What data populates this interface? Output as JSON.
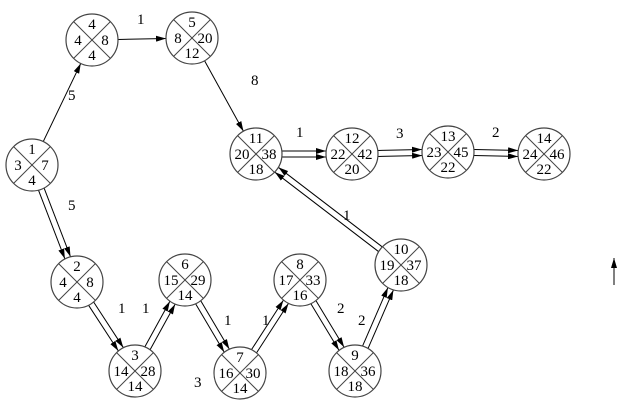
{
  "nodes": [
    {
      "id": "1",
      "left": "3",
      "right": "7",
      "bottom": "4"
    },
    {
      "id": "4",
      "left": "4",
      "right": "8",
      "bottom": "4"
    },
    {
      "id": "5",
      "left": "8",
      "right": "20",
      "bottom": "12"
    },
    {
      "id": "11",
      "left": "20",
      "right": "38",
      "bottom": "18"
    },
    {
      "id": "12",
      "left": "22",
      "right": "42",
      "bottom": "20"
    },
    {
      "id": "13",
      "left": "23",
      "right": "45",
      "bottom": "22"
    },
    {
      "id": "14",
      "left": "24",
      "right": "46",
      "bottom": "22"
    },
    {
      "id": "2",
      "left": "4",
      "right": "8",
      "bottom": "4"
    },
    {
      "id": "3",
      "left": "14",
      "right": "28",
      "bottom": "14"
    },
    {
      "id": "6",
      "left": "15",
      "right": "29",
      "bottom": "14"
    },
    {
      "id": "7",
      "left": "16",
      "right": "30",
      "bottom": "14"
    },
    {
      "id": "8",
      "left": "17",
      "right": "33",
      "bottom": "16"
    },
    {
      "id": "9",
      "left": "18",
      "right": "36",
      "bottom": "18"
    },
    {
      "id": "10",
      "left": "19",
      "right": "37",
      "bottom": "18"
    }
  ],
  "edges": [
    {
      "from": "1",
      "to": "4",
      "label": "5",
      "critical": false
    },
    {
      "from": "4",
      "to": "5",
      "label": "1",
      "critical": false
    },
    {
      "from": "5",
      "to": "11",
      "label": "8",
      "critical": false
    },
    {
      "from": "11",
      "to": "12",
      "label": "1",
      "critical": true
    },
    {
      "from": "12",
      "to": "13",
      "label": "3",
      "critical": true
    },
    {
      "from": "13",
      "to": "14",
      "label": "2",
      "critical": true
    },
    {
      "from": "1",
      "to": "2",
      "label": "5",
      "critical": true
    },
    {
      "from": "2",
      "to": "3",
      "label": "1",
      "critical": true
    },
    {
      "from": "3",
      "to": "6",
      "label": "1",
      "critical": true
    },
    {
      "from": "6",
      "to": "7",
      "label": "1",
      "critical": true
    },
    {
      "from": "7",
      "to": "8",
      "label": "1",
      "critical": true
    },
    {
      "from": "8",
      "to": "9",
      "label": "2",
      "critical": true
    },
    {
      "from": "9",
      "to": "10",
      "label": "2",
      "critical": true
    },
    {
      "from": "10",
      "to": "11",
      "label": "1",
      "critical": true
    }
  ],
  "extra_label": "3"
}
